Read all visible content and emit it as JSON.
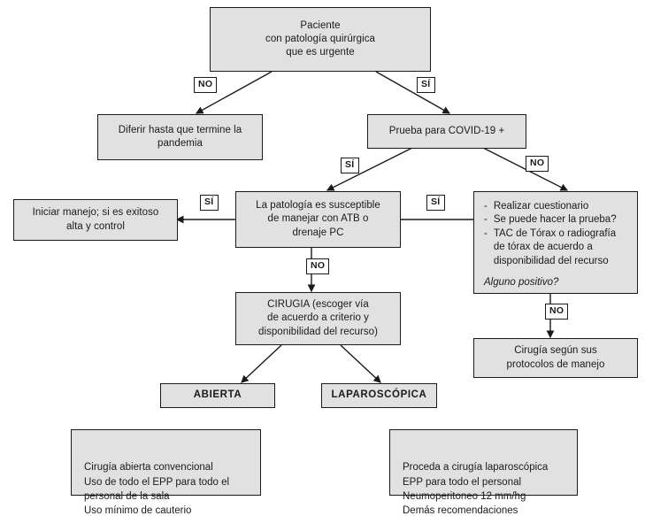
{
  "diagram": {
    "title_node": {
      "id": "paciente",
      "text": "Paciente\ncon patología quirúrgica\nque es urgente"
    },
    "nodes": [
      {
        "id": "diferir",
        "text": "Diferir hasta que termine la\npandemia"
      },
      {
        "id": "prueba-covid",
        "text": "Prueba para COVID-19 +"
      },
      {
        "id": "iniciar-manejo",
        "text": "Iniciar manejo; si es exitoso\nalta y control"
      },
      {
        "id": "patologia-susceptible",
        "text": "La patología es susceptible\nde manejar con ATB o\ndrenaje PC"
      },
      {
        "id": "cirugia-escoger",
        "text": "CIRUGIA (escoger vía\nde acuerdo a criterio y\ndisponibilidad del recurso)"
      },
      {
        "id": "cirugia-protocolos",
        "text": "Cirugía según sus\nprotocolos de manejo"
      },
      {
        "id": "abierta",
        "text": "ABIERTA"
      },
      {
        "id": "laparoscopica",
        "text": "LAPAROSCÓPICA"
      }
    ],
    "evaluation_box": {
      "id": "evaluacion",
      "items": [
        "Realizar cuestionario",
        "Se puede hacer la prueba?",
        "TAC de Tórax o radiografía\nde tórax de acuerdo a\ndisponibilidad del recurso"
      ],
      "dash": "-",
      "question": "Alguno positivo?"
    },
    "notes": [
      {
        "id": "nota-abierta",
        "text": "Cirugía abierta convencional\nUso de todo el EPP para todo el\npersonal de la sala\nUso mínimo de cauterio"
      },
      {
        "id": "nota-laparoscopica",
        "text": "Proceda a cirugía laparoscópica\nEPP para todo el personal\nNeumoperitoneo 12 mm/hg\nDemás recomendaciones"
      }
    ],
    "edge_labels": [
      {
        "id": "no-diferir",
        "text": "NO"
      },
      {
        "id": "si-prueba",
        "text": "SÍ"
      },
      {
        "id": "si-patologia",
        "text": "SÍ"
      },
      {
        "id": "no-evaluacion",
        "text": "NO"
      },
      {
        "id": "si-iniciar-manejo",
        "text": "SÍ"
      },
      {
        "id": "si-evaluacion-patologia",
        "text": "SÍ"
      },
      {
        "id": "no-cirugia",
        "text": "NO"
      },
      {
        "id": "no-protocolos",
        "text": "NO"
      }
    ],
    "colors": {
      "node_fill": "#e1e1e1",
      "stroke": "#1a1a1a",
      "label_fill": "#ffffff",
      "background": "#ffffff"
    }
  }
}
